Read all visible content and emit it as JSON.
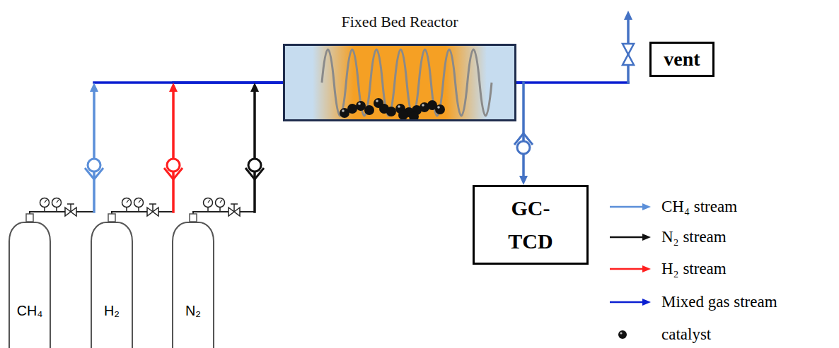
{
  "diagram": {
    "nodes": [
      {
        "text": [
          "Fixed Bed Reactor"
        ]
      },
      {
        "text": [
          "vent"
        ]
      },
      {
        "text": [
          "GC- TCD"
        ]
      },
      {
        "text": [
          "CH₄"
        ]
      },
      {
        "text": [
          "H₂"
        ]
      },
      {
        "text": [
          "N₂"
        ]
      }
    ],
    "edges": [
      {
        "from": 3,
        "to": 0,
        "arrow": "to"
      },
      {
        "from": 4,
        "to": 0,
        "arrow": "to"
      },
      {
        "from": 5,
        "to": 0,
        "arrow": "to"
      },
      {
        "from": 0,
        "to": 1,
        "arrow": "to"
      },
      {
        "from": 0,
        "to": 2,
        "arrow": "to"
      }
    ],
    "legend": [
      {
        "text": "CH₄ stream"
      },
      {
        "text": "N₂ stream"
      },
      {
        "text": "H₂ stream"
      },
      {
        "text": "Mixed gas stream"
      },
      {
        "text": "catalyst"
      }
    ]
  }
}
